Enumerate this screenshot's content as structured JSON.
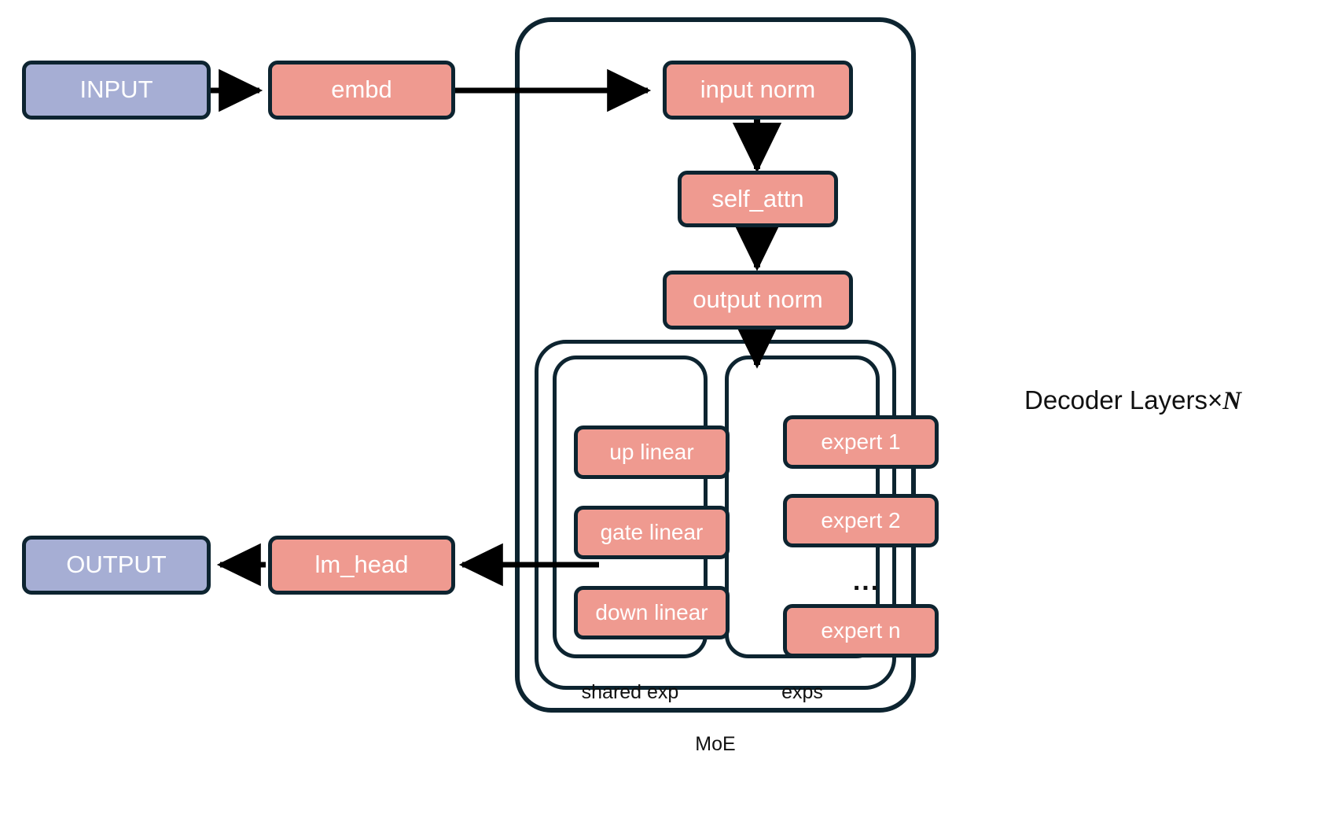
{
  "diagram": {
    "title": "MoE Decoder-only Transformer architecture",
    "colors": {
      "blue_node": "#a6aed4",
      "salmon_node": "#ef9a90",
      "stroke": "#0d2430",
      "arrow": "#000000",
      "text_on_node": "#ffffff",
      "label_text": "#111111",
      "background": "#ffffff"
    }
  },
  "nodes": {
    "input": "INPUT",
    "embd": "embd",
    "input_norm": "input norm",
    "self_attn": "self_attn",
    "output_norm": "output norm",
    "up_linear": "up linear",
    "gate_linear": "gate linear",
    "down_linear": "down linear",
    "expert_1": "expert 1",
    "expert_2": "expert 2",
    "expert_ellipsis": "...",
    "expert_n": "expert n",
    "lm_head": "lm_head",
    "output": "OUTPUT"
  },
  "group_labels": {
    "shared_exp": "shared exp",
    "exps": "exps",
    "moe": "MoE"
  },
  "annotations": {
    "decoder_layers_prefix": "Decoder Layers×",
    "decoder_layers_count": "N"
  }
}
